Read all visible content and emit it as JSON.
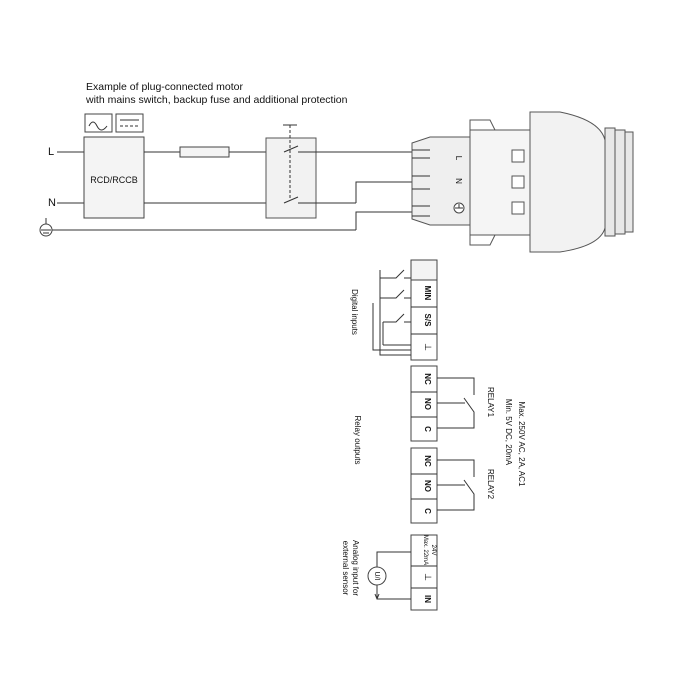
{
  "caption": {
    "line1": "Example of plug-connected motor",
    "line2": "with mains switch, backup fuse and additional protection"
  },
  "mains": {
    "l": "L",
    "n": "N"
  },
  "rcd": {
    "label": "RCD/RCCB",
    "icons": [
      "ac-wave-icon",
      "dc-line-icon"
    ]
  },
  "plug": {
    "l": "L",
    "n": "N"
  },
  "digital": {
    "title": "Digital inputs",
    "terminals": [
      "MIN",
      "S/S",
      "⊥"
    ]
  },
  "relays": {
    "title": "Relay outputs",
    "spec1": "Max. 250V AC, 2A, AC1",
    "spec2": "Min. 5V DC, 20mA",
    "relay1": {
      "label": "RELAY1",
      "terminals": [
        "NC",
        "NO",
        "C"
      ]
    },
    "relay2": {
      "label": "RELAY2",
      "terminals": [
        "NC",
        "NO",
        "C"
      ]
    }
  },
  "analog": {
    "title_line1": "Analog input for",
    "title_line2": "external sensor",
    "terminals": [
      "24V",
      "Max. 22mA",
      "⊥",
      "IN"
    ],
    "source": "U/I"
  }
}
